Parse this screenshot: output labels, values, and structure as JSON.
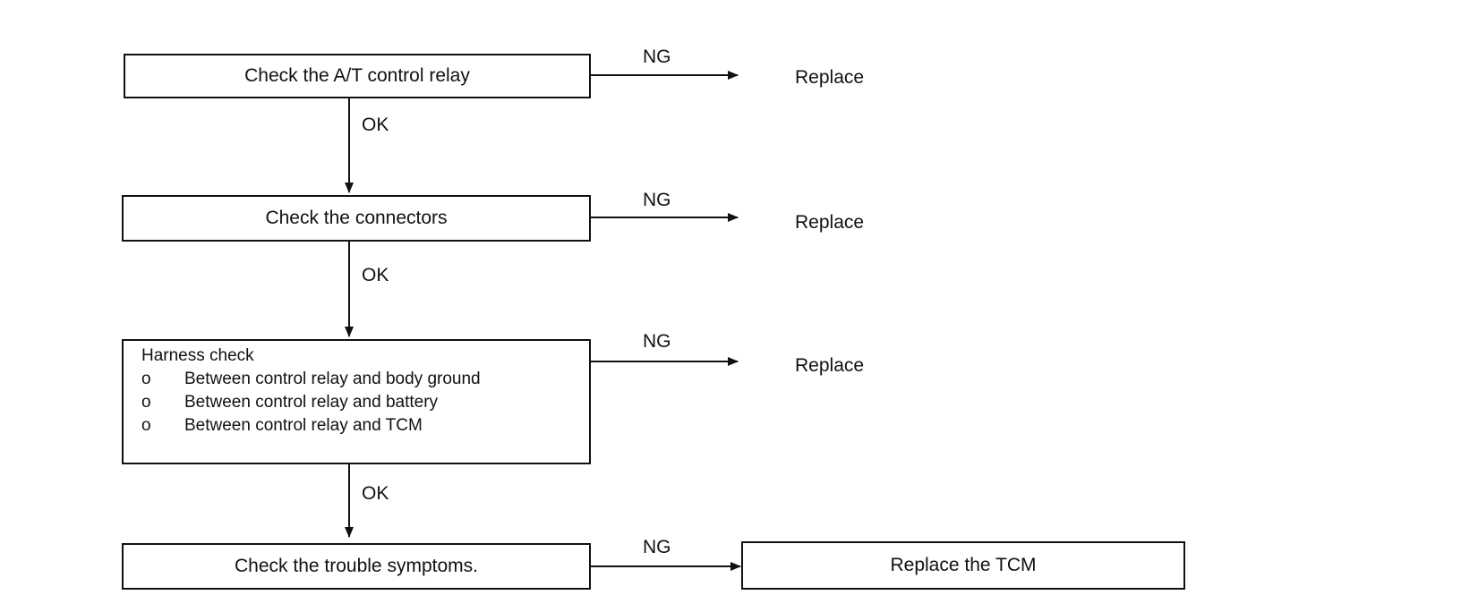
{
  "steps": [
    {
      "text": "Check the A/T control relay"
    },
    {
      "text": "Check the connectors"
    },
    {
      "title": "Harness check",
      "items": [
        {
          "bullet": "o",
          "text": "Between control relay and body ground"
        },
        {
          "bullet": "o",
          "text": "Between control relay and battery"
        },
        {
          "bullet": "o",
          "text": "Between control relay and TCM"
        }
      ]
    },
    {
      "text": "Check the trouble symptoms."
    }
  ],
  "edge_labels": {
    "ok": "OK",
    "ng": "NG"
  },
  "outcomes": [
    {
      "text": "Replace"
    },
    {
      "text": "Replace"
    },
    {
      "text": "Replace"
    },
    {
      "text": "Replace the TCM"
    }
  ],
  "colors": {
    "line": "#111111",
    "background": "#ffffff"
  }
}
